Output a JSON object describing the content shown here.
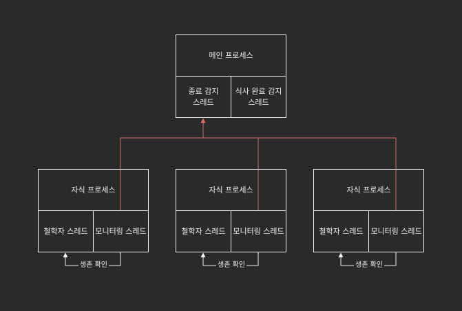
{
  "main_process": {
    "title": "메인 프로세스",
    "threads": [
      "종료 감지\n스레드",
      "식사 완료 감지\n스레드"
    ]
  },
  "child_processes": [
    {
      "title": "자식 프로세스",
      "threads": [
        "철학자 스레드",
        "모니터링 스레드"
      ],
      "edge_label": "생존 확인"
    },
    {
      "title": "자식 프로세스",
      "threads": [
        "철학자 스레드",
        "모니터링 스레드"
      ],
      "edge_label": "생존 확인"
    },
    {
      "title": "자식 프로세스",
      "threads": [
        "철학자 스레드",
        "모니터링 스레드"
      ],
      "edge_label": "생존 확인"
    }
  ],
  "colors": {
    "background": "#2a2a2a",
    "stroke": "#f0f0f0",
    "signal_edge": "#e06666"
  }
}
